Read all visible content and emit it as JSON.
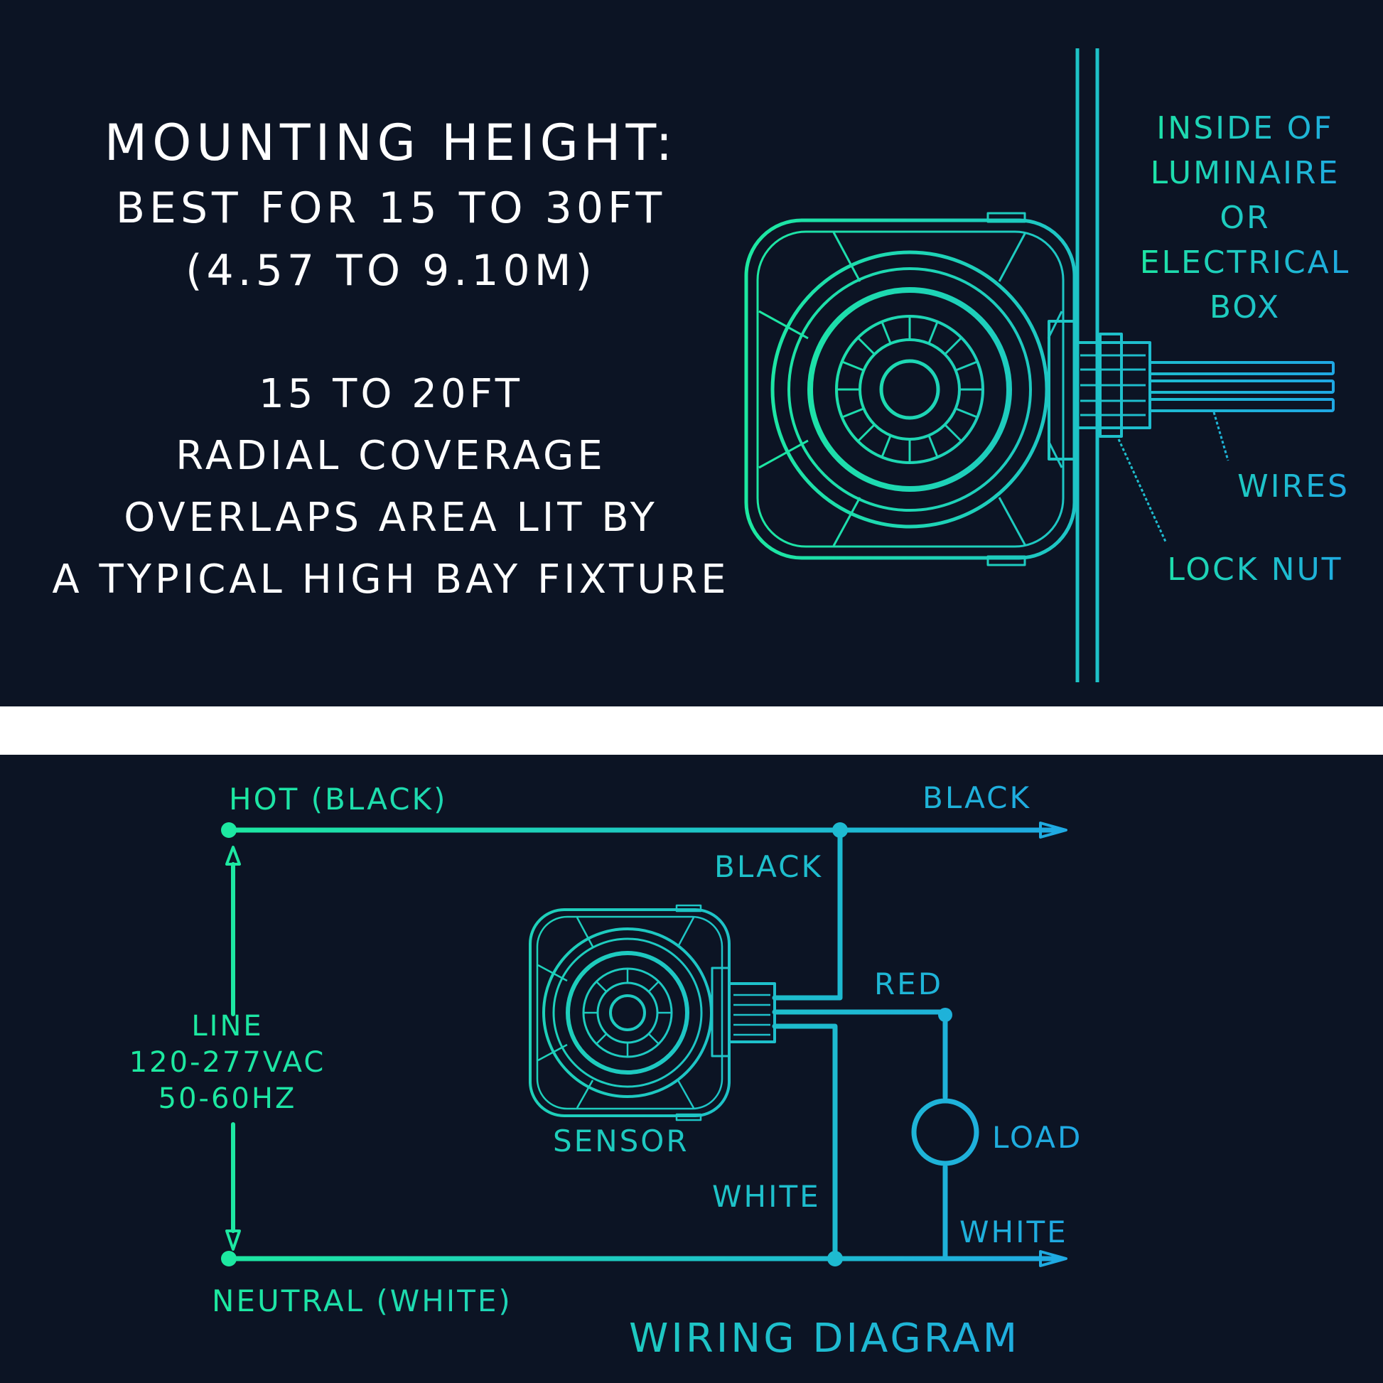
{
  "mounting": {
    "title": "MOUNTING HEIGHT:",
    "best_line": "BEST FOR 15 TO 30FT",
    "metric_line": "(4.57 TO 9.10M)",
    "coverage_line1": "15 TO 20FT",
    "coverage_line2": "RADIAL COVERAGE",
    "coverage_line3": "OVERLAPS AREA LIT BY",
    "coverage_line4": "A TYPICAL HIGH BAY FIXTURE"
  },
  "install_labels": {
    "inside_line1": "INSIDE OF",
    "inside_line2": "LUMINAIRE",
    "inside_line3": "OR",
    "inside_line4": "ELECTRICAL",
    "inside_line5": "BOX",
    "wires": "WIRES",
    "lock_nut": "LOCK NUT"
  },
  "wiring": {
    "hot": "HOT (BLACK)",
    "neutral": "NEUTRAL (WHITE)",
    "line1": "LINE",
    "line2": "120-277VAC",
    "line3": "50-60HZ",
    "black_out": "BLACK",
    "black_sensor": "BLACK",
    "red": "RED",
    "white_sensor": "WHITE",
    "white_out": "WHITE",
    "load": "LOAD",
    "sensor": "SENSOR",
    "caption": "WIRING DIAGRAM"
  },
  "colors": {
    "background": "#0c1424",
    "separator": "#ffffff",
    "gradient_start": "#1de9a0",
    "gradient_end": "#1fa6e6",
    "text": "#ffffff"
  }
}
